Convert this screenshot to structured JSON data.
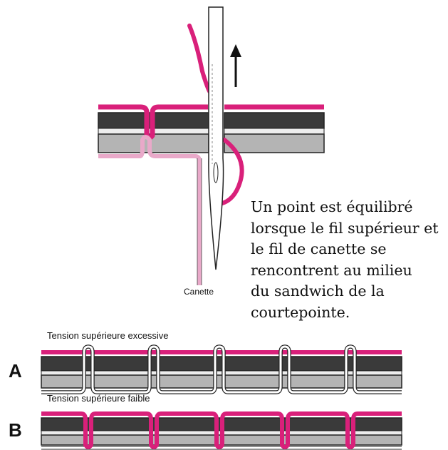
{
  "colors": {
    "top_thread": "#d9207a",
    "bobbin_thread": "#e9a9c9",
    "dark_fabric": "#3a3a3a",
    "light_fabric": "#b4b4b4",
    "outline": "#222222",
    "white_thread": "#ffffff"
  },
  "top_diagram": {
    "bobbin_label": "Canette",
    "description_lines": [
      "Un point est équilibré",
      "lorsque le fil supérieur et",
      "le fil de canette se",
      "rencontrent au milieu",
      "du sandwich de la",
      "courtepointe."
    ]
  },
  "panel_a": {
    "letter": "A",
    "caption": "Tension supérieure excessive"
  },
  "panel_b": {
    "letter": "B",
    "caption": "Tension supérieure faible"
  }
}
